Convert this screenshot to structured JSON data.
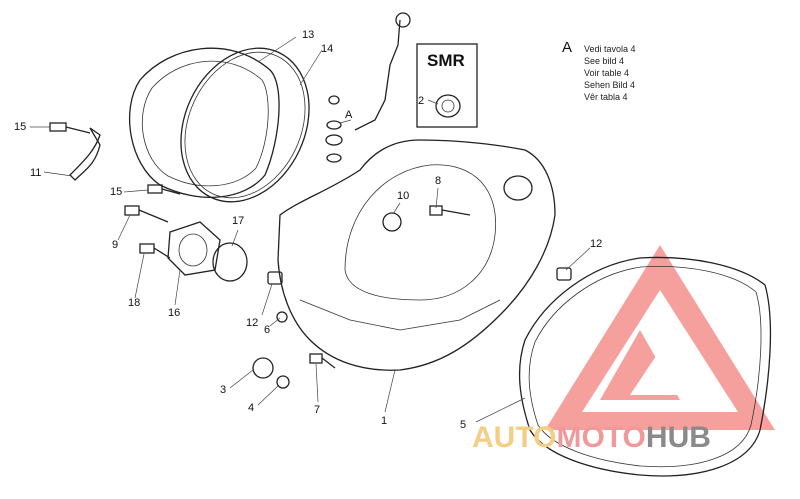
{
  "callouts": [
    {
      "id": "c1",
      "label": "1"
    },
    {
      "id": "c2",
      "label": "2"
    },
    {
      "id": "c3",
      "label": "3"
    },
    {
      "id": "c4",
      "label": "4"
    },
    {
      "id": "c5",
      "label": "5"
    },
    {
      "id": "c6",
      "label": "6"
    },
    {
      "id": "c7",
      "label": "7"
    },
    {
      "id": "c8",
      "label": "8"
    },
    {
      "id": "c9",
      "label": "9"
    },
    {
      "id": "c10",
      "label": "10"
    },
    {
      "id": "c11",
      "label": "11"
    },
    {
      "id": "c12a",
      "label": "12"
    },
    {
      "id": "c12b",
      "label": "12"
    },
    {
      "id": "c13",
      "label": "13"
    },
    {
      "id": "c14",
      "label": "14"
    },
    {
      "id": "c15a",
      "label": "15"
    },
    {
      "id": "c15b",
      "label": "15"
    },
    {
      "id": "c16",
      "label": "16"
    },
    {
      "id": "c17",
      "label": "17"
    },
    {
      "id": "c18",
      "label": "18"
    },
    {
      "id": "cA",
      "label": "A"
    }
  ],
  "smr_box": {
    "title": "SMR",
    "part_label": "2"
  },
  "legend": {
    "key": "A",
    "lines": [
      "Vedi tavola 4",
      "See bild 4",
      "Voir table 4",
      "Sehen Bild 4",
      "Vêr tabla 4"
    ]
  },
  "watermark": {
    "part1": "AUTO",
    "part2": "MOTO",
    "part3": "HUB",
    "colors": {
      "auto": "#f3cf86",
      "moto": "#ef9a9a",
      "hub": "#8a8a8a",
      "triangle": "#ef5350"
    }
  }
}
